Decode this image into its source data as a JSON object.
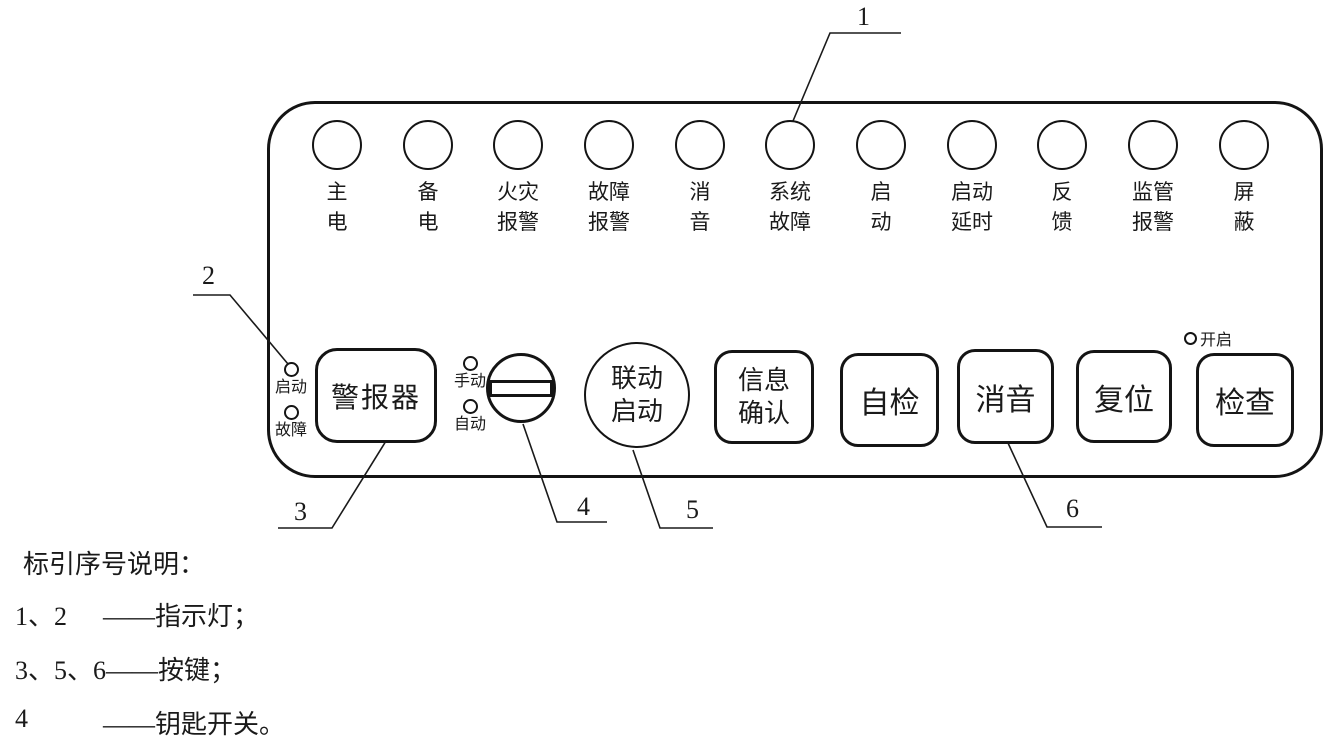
{
  "ink": "#1a1a1a",
  "callouts": [
    {
      "num": "1"
    },
    {
      "num": "2"
    },
    {
      "num": "3"
    },
    {
      "num": "4"
    },
    {
      "num": "5"
    },
    {
      "num": "6"
    }
  ],
  "panel": {
    "indicators": [
      {
        "line1": "主",
        "line2": "电"
      },
      {
        "line1": "备",
        "line2": "电"
      },
      {
        "line1": "火灾",
        "line2": "报警"
      },
      {
        "line1": "故障",
        "line2": "报警"
      },
      {
        "line1": "消",
        "line2": "音"
      },
      {
        "line1": "系统",
        "line2": "故障"
      },
      {
        "line1": "启",
        "line2": "动"
      },
      {
        "line1": "启动",
        "line2": "延时"
      },
      {
        "line1": "反",
        "line2": "馈"
      },
      {
        "line1": "监管",
        "line2": "报警"
      },
      {
        "line1": "屏",
        "line2": "蔽"
      }
    ],
    "sounder_lamps": [
      {
        "label": "启动"
      },
      {
        "label": "故障"
      }
    ],
    "sounder_button": "警报器",
    "mode_lamps": [
      {
        "label": "手动"
      },
      {
        "label": "自动"
      }
    ],
    "linkage_start_button": {
      "line1": "联动",
      "line2": "启动"
    },
    "info_confirm_button": {
      "line1": "信息",
      "line2": "确认"
    },
    "self_test_button": "自检",
    "mute_button": "消音",
    "reset_button": "复位",
    "check_button": "检查",
    "check_lamp_label": "开启"
  },
  "legend": {
    "title": "标引序号说明：",
    "items": [
      {
        "ids": "1、2",
        "desc": "——指示灯；"
      },
      {
        "ids": "3、5、6",
        "desc": "——按键；"
      },
      {
        "ids": "4",
        "desc": "——钥匙开关。"
      }
    ]
  }
}
